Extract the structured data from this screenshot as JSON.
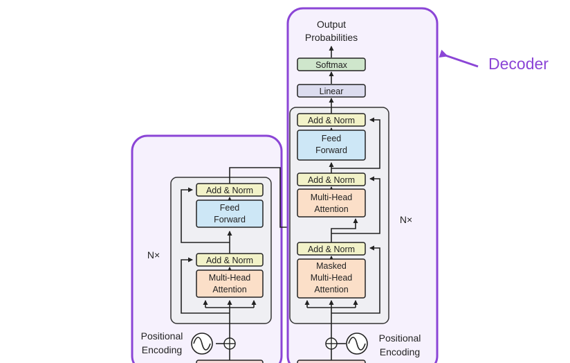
{
  "colors": {
    "highlight": "#8b45d6",
    "panel_fill": "#f6f1fd",
    "stack_fill": "#efeff3",
    "stack_stroke": "#333333",
    "add_norm": "#f2f2c8",
    "feed_forward": "#cde7f6",
    "attention": "#fbdfc8",
    "linear": "#dcdcef",
    "softmax": "#cfe6cc",
    "line": "#222222"
  },
  "callout": {
    "label": "Decoder",
    "icon": "arrow-left-icon"
  },
  "encoder": {
    "nx_label": "N×",
    "add_norm_top": "Add & Norm",
    "feed_forward": [
      "Feed",
      "Forward"
    ],
    "add_norm_bottom": "Add & Norm",
    "attention": [
      "Multi-Head",
      "Attention"
    ],
    "positional_encoding": [
      "Positional",
      "Encoding"
    ],
    "sum_icon": "circled-plus-icon",
    "wave_icon": "sine-wave-icon"
  },
  "decoder": {
    "output_label": [
      "Output",
      "Probabilities"
    ],
    "softmax": "Softmax",
    "linear": "Linear",
    "nx_label": "N×",
    "add_norm_top": "Add & Norm",
    "feed_forward": [
      "Feed",
      "Forward"
    ],
    "add_norm_middle": "Add & Norm",
    "cross_attention": [
      "Multi-Head",
      "Attention"
    ],
    "add_norm_bottom": "Add & Norm",
    "masked_attention": [
      "Masked",
      "Multi-Head",
      "Attention"
    ],
    "positional_encoding": [
      "Positional",
      "Encoding"
    ],
    "sum_icon": "circled-plus-icon",
    "wave_icon": "sine-wave-icon"
  }
}
